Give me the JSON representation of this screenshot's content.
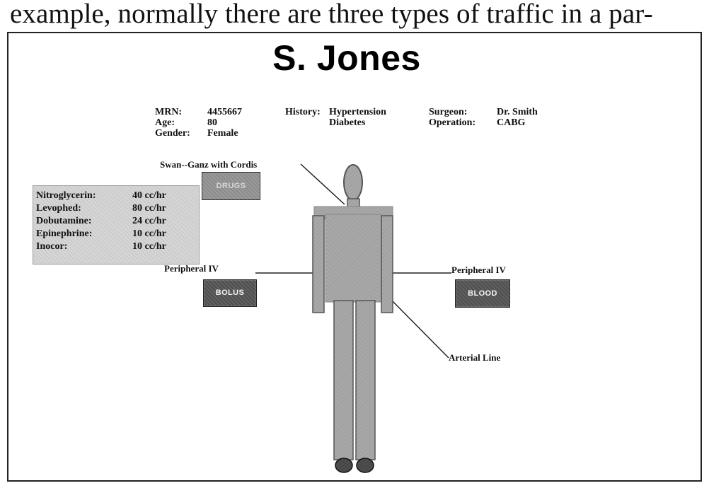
{
  "article": {
    "top_line": "example, normally there are three types of traffic in a par-"
  },
  "patient": {
    "name": "S. Jones",
    "mrn_label": "MRN:",
    "mrn": "4455667",
    "age_label": "Age:",
    "age": "80",
    "gender_label": "Gender:",
    "gender": "Female",
    "history_label": "History:",
    "history_1": "Hypertension",
    "history_2": "Diabetes",
    "surgeon_label": "Surgeon:",
    "surgeon": "Dr. Smith",
    "operation_label": "Operation:",
    "operation": "CABG"
  },
  "lines": {
    "swan_ganz": "Swan--Ganz with Cordis",
    "peripheral_left": "Peripheral IV",
    "peripheral_right": "Peripheral IV",
    "arterial": "Arterial Line"
  },
  "buttons": {
    "drugs": "DRUGS",
    "bolus": "BOLUS",
    "blood": "BLOOD"
  },
  "medications": [
    {
      "name": "Nitroglycerin:",
      "rate": "40 cc/hr"
    },
    {
      "name": "Levophed:",
      "rate": "80 cc/hr"
    },
    {
      "name": "Dobutamine:",
      "rate": "24 cc/hr"
    },
    {
      "name": "Epinephrine:",
      "rate": "10 cc/hr"
    },
    {
      "name": "Inocor:",
      "rate": "10 cc/hr"
    }
  ],
  "icons": {
    "figure": "human-body-icon"
  },
  "colors": {
    "body_gray": "#a8a8a8",
    "dark_button": "#505050",
    "light_button": "#8c8c8c"
  }
}
